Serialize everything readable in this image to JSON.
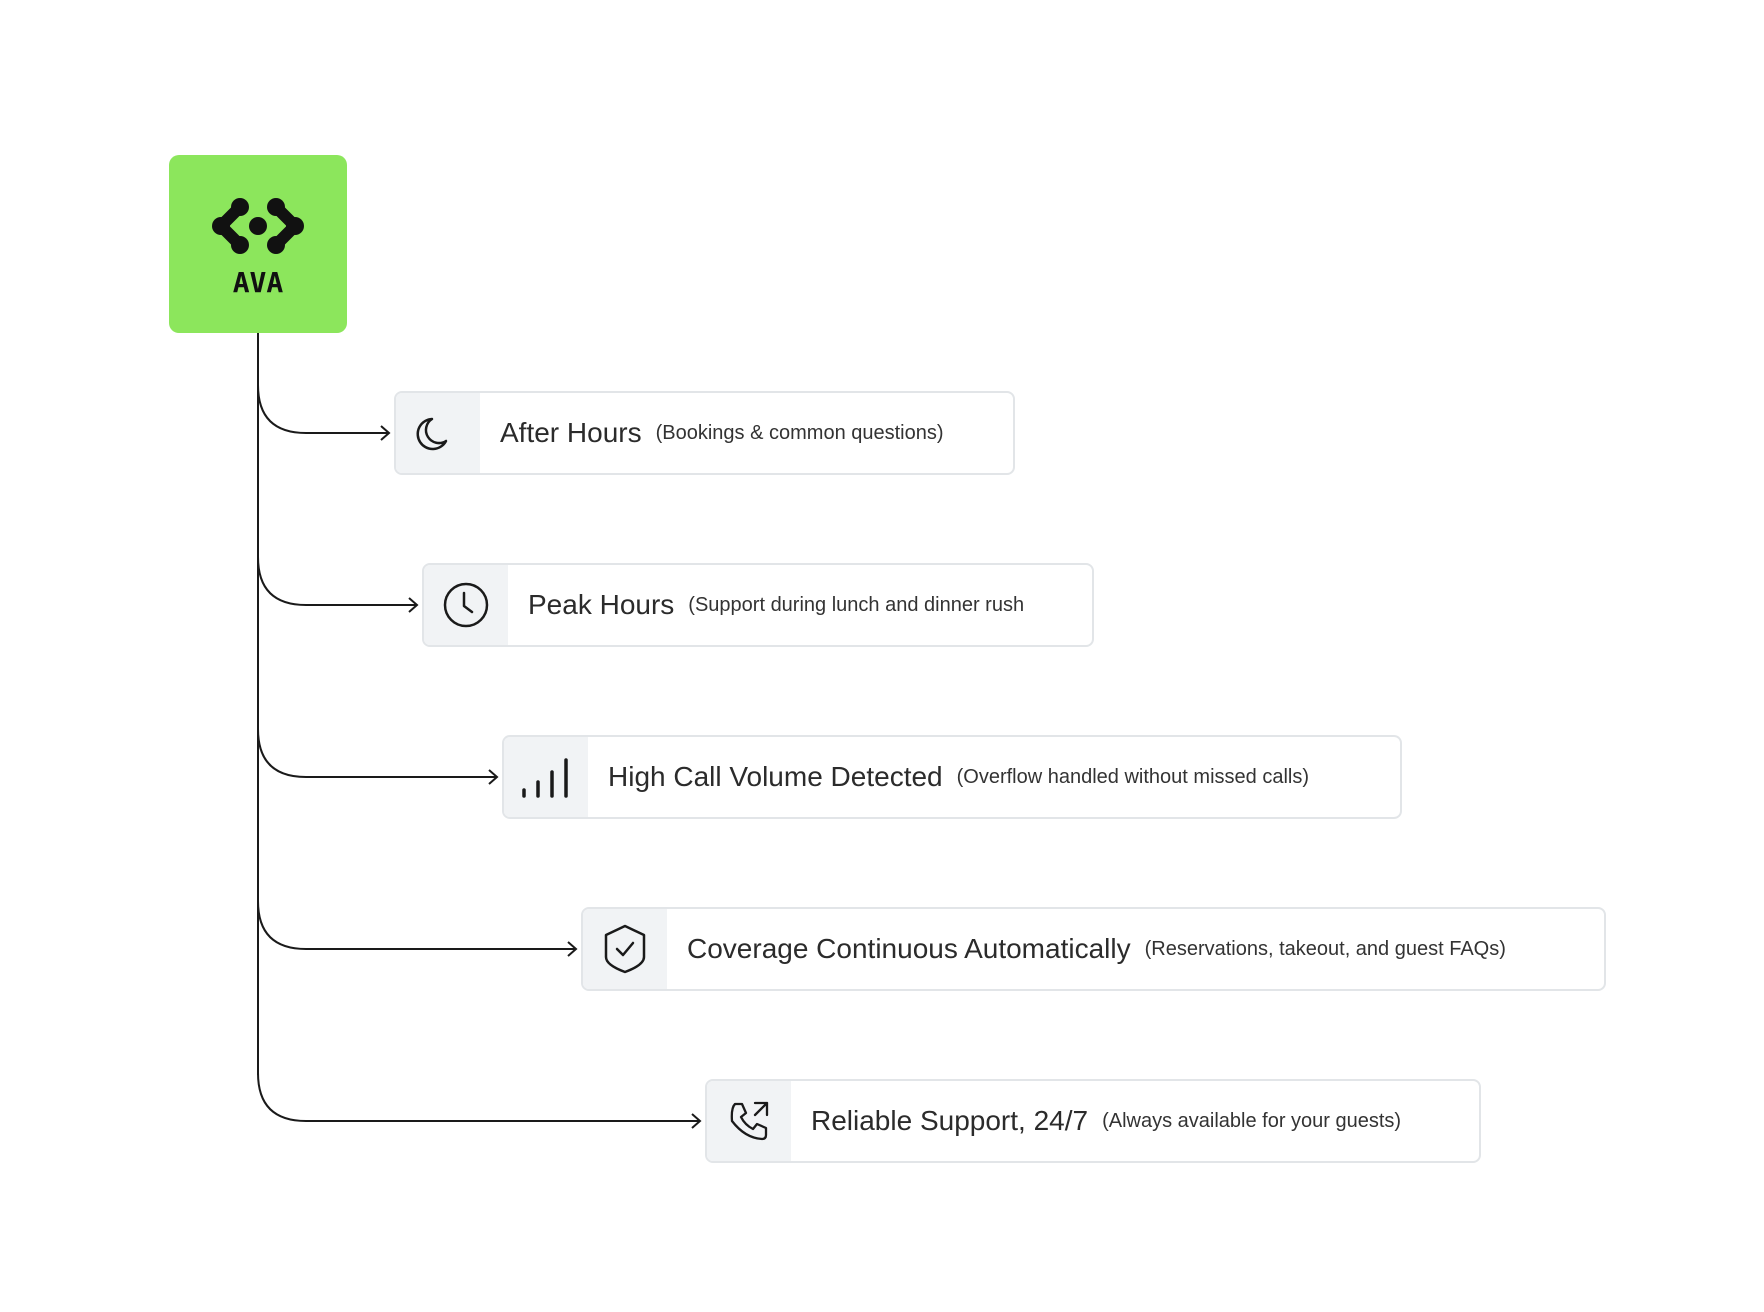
{
  "brand": {
    "name": "AVA",
    "logo_icon": "ava-logo-icon",
    "accent_color": "#8ce65c"
  },
  "items": [
    {
      "icon": "moon-icon",
      "title": "After Hours",
      "subtitle": "(Bookings & common questions)"
    },
    {
      "icon": "clock-icon",
      "title": "Peak Hours",
      "subtitle": "(Support during lunch and dinner rush"
    },
    {
      "icon": "signal-bars-icon",
      "title": "High Call Volume Detected",
      "subtitle": "(Overflow handled without missed calls)"
    },
    {
      "icon": "shield-check-icon",
      "title": "Coverage Continuous Automatically",
      "subtitle": "(Reservations, takeout, and guest FAQs)"
    },
    {
      "icon": "phone-incoming-icon",
      "title": "Reliable Support, 24/7",
      "subtitle": "(Always available for your guests)"
    }
  ]
}
